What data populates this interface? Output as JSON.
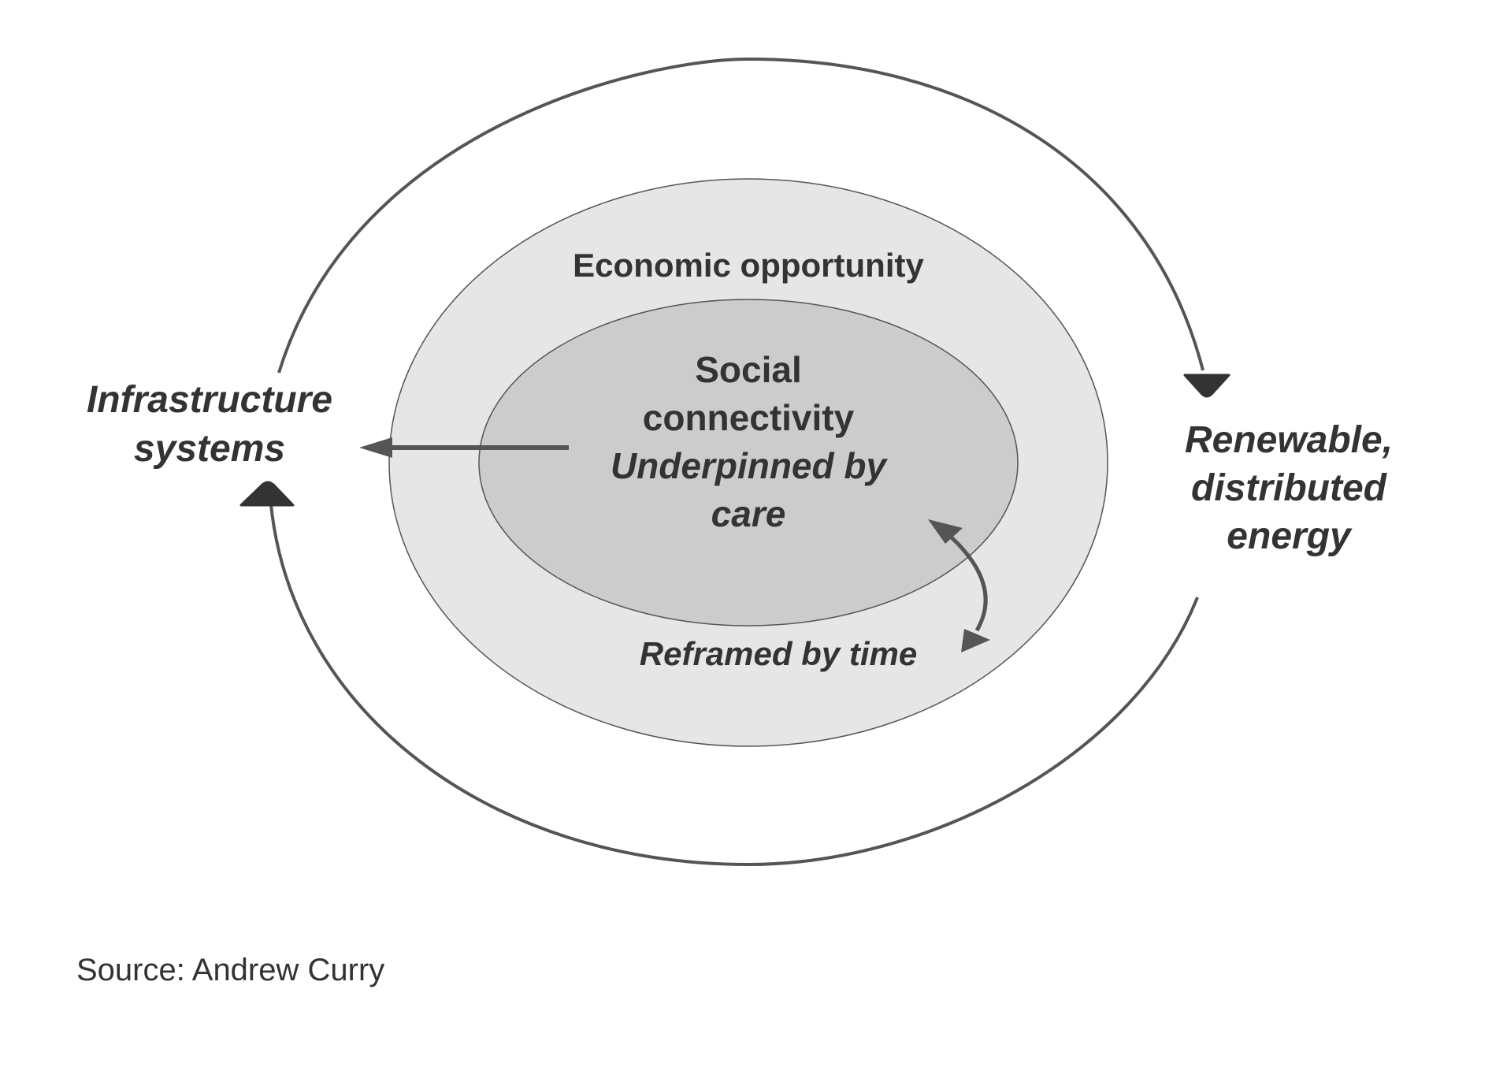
{
  "colors": {
    "outer_ring": "#e6e6e6",
    "inner_core": "#cccccc",
    "stroke": "#555555",
    "arrowhead_dark": "#333333",
    "text": "#333333"
  },
  "diagram": {
    "outer_ring_label": "Economic opportunity",
    "core_label": {
      "line1": "Social",
      "line2": "connectivity",
      "line3": "Underpinned by",
      "line4": "care"
    },
    "time_label": "Reframed by time",
    "left_label": {
      "line1": "Infrastructure",
      "line2": "systems"
    },
    "right_label": {
      "line1": "Renewable,",
      "line2": "distributed",
      "line3": "energy"
    }
  },
  "footer": {
    "source": "Source: Andrew Curry"
  }
}
